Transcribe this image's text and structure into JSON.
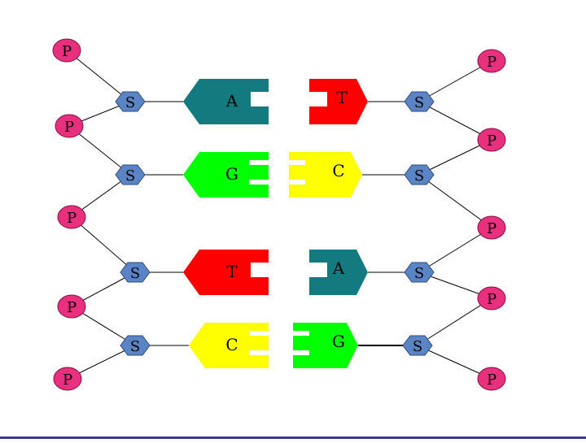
{
  "labels": {
    "phosphate": "P",
    "sugar": "S"
  },
  "colors": {
    "phosphate": "#e8307e",
    "sugar": "#5b84c4",
    "backbone_line": "#000000",
    "bond_line": "#000000"
  },
  "left_strand": {
    "bases": [
      {
        "letter": "A",
        "color": "#137a7f"
      },
      {
        "letter": "G",
        "color": "#00ff00"
      },
      {
        "letter": "T",
        "color": "#ff0000"
      },
      {
        "letter": "C",
        "color": "#ffff00"
      }
    ]
  },
  "right_strand": {
    "bases": [
      {
        "letter": "T",
        "color": "#ff0000"
      },
      {
        "letter": "C",
        "color": "#ffff00"
      },
      {
        "letter": "A",
        "color": "#137a7f"
      },
      {
        "letter": "G",
        "color": "#00ff00"
      }
    ]
  }
}
